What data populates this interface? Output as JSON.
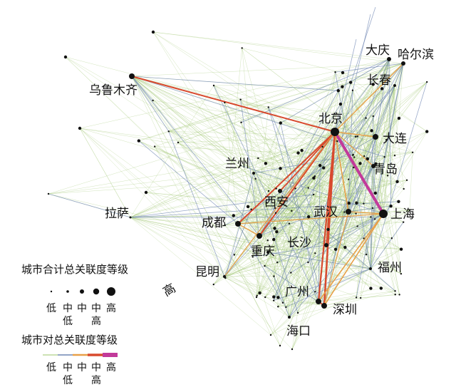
{
  "map": {
    "cities": [
      {
        "name": "乌鲁木齐",
        "tier": 4
      },
      {
        "name": "拉萨",
        "tier": 1
      },
      {
        "name": "兰州",
        "tier": 2
      },
      {
        "name": "西安",
        "tier": 3
      },
      {
        "name": "成都",
        "tier": 4
      },
      {
        "name": "重庆",
        "tier": 4
      },
      {
        "name": "昆明",
        "tier": 2
      },
      {
        "name": "北京",
        "tier": 5
      },
      {
        "name": "大庆",
        "tier": 3
      },
      {
        "name": "哈尔滨",
        "tier": 3
      },
      {
        "name": "长春",
        "tier": 2
      },
      {
        "name": "大连",
        "tier": 4
      },
      {
        "name": "青岛",
        "tier": 3
      },
      {
        "name": "上海",
        "tier": 5
      },
      {
        "name": "武汉",
        "tier": 4
      },
      {
        "name": "长沙",
        "tier": 3
      },
      {
        "name": "福州",
        "tier": 2
      },
      {
        "name": "广州",
        "tier": 4
      },
      {
        "name": "深圳",
        "tier": 4
      },
      {
        "name": "海口",
        "tier": 2
      }
    ],
    "stray_label": "高"
  },
  "legend": {
    "node_title": "城市合计总关联度等级",
    "node_levels": [
      "低",
      "中低",
      "中",
      "中高",
      "高"
    ],
    "edge_title": "城市对总关联度等级",
    "edge_levels": [
      "低",
      "中低",
      "中",
      "中高",
      "高"
    ],
    "colors": {
      "low": "#9bc46a",
      "mid_low": "#6f86b3",
      "mid": "#e7a048",
      "mid_high": "#d84a2e",
      "high": "#c23a9a"
    }
  }
}
